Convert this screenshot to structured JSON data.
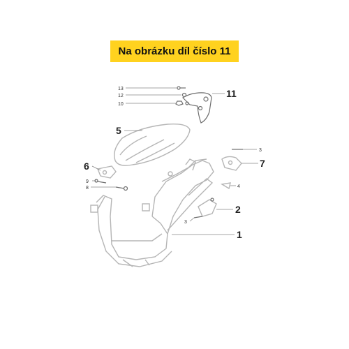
{
  "header": {
    "title": "Na obrázku díl číslo 11"
  },
  "callouts": {
    "c1": "1",
    "c2": "2",
    "c3a": "3",
    "c3b": "3",
    "c4": "4",
    "c5": "5",
    "c6": "6",
    "c7": "7",
    "c8": "8",
    "c9": "9",
    "c10": "10",
    "c11": "11",
    "c12": "12",
    "c13": "13"
  },
  "colors": {
    "banner": "#ffd21f",
    "parts": "#b5b5b5",
    "highlight_part": "#6e6e6e"
  }
}
